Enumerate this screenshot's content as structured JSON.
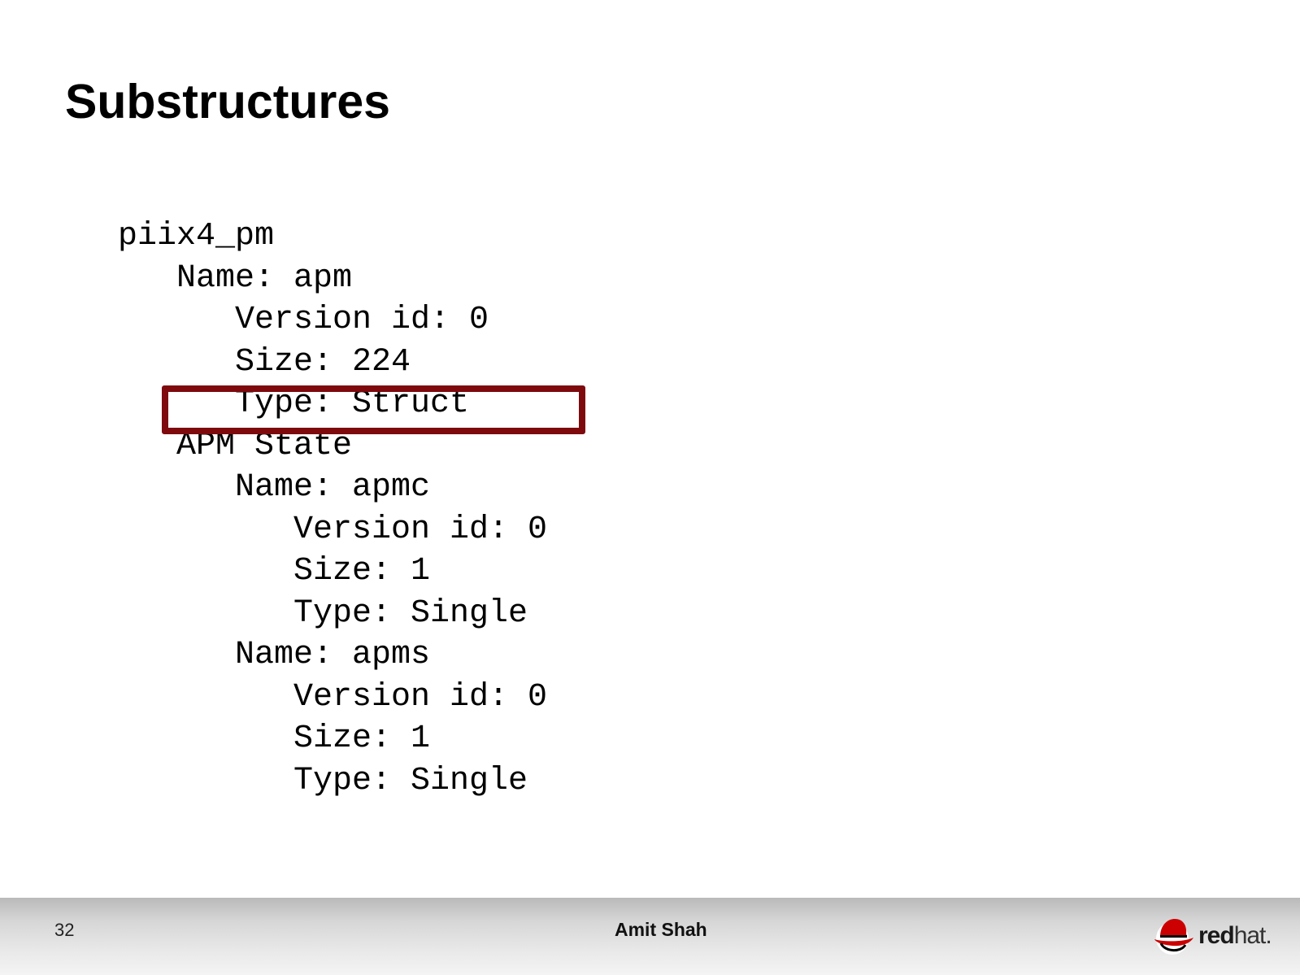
{
  "slide": {
    "title": "Substructures"
  },
  "code_lines": [
    {
      "indent": 0,
      "text": "piix4_pm"
    },
    {
      "indent": 1,
      "text": "Name: apm"
    },
    {
      "indent": 2,
      "text": "Version id: 0"
    },
    {
      "indent": 2,
      "text": "Size: 224"
    },
    {
      "indent": 2,
      "text": "Type: Struct",
      "highlighted": true
    },
    {
      "indent": 1,
      "text": "APM State"
    },
    {
      "indent": 2,
      "text": "Name: apmc"
    },
    {
      "indent": 3,
      "text": "Version id: 0"
    },
    {
      "indent": 3,
      "text": "Size: 1"
    },
    {
      "indent": 3,
      "text": "Type: Single"
    },
    {
      "indent": 2,
      "text": "Name: apms"
    },
    {
      "indent": 3,
      "text": "Version id: 0"
    },
    {
      "indent": 3,
      "text": "Size: 1"
    },
    {
      "indent": 3,
      "text": "Type: Single"
    }
  ],
  "highlight": {
    "color": "#7e0a0e"
  },
  "footer": {
    "page_number": "32",
    "author": "Amit Shah",
    "logo_icon": "red-hat-logo-icon",
    "logo_text_bold": "red",
    "logo_text_regular": "hat.",
    "brand_color": "#cc0000"
  }
}
